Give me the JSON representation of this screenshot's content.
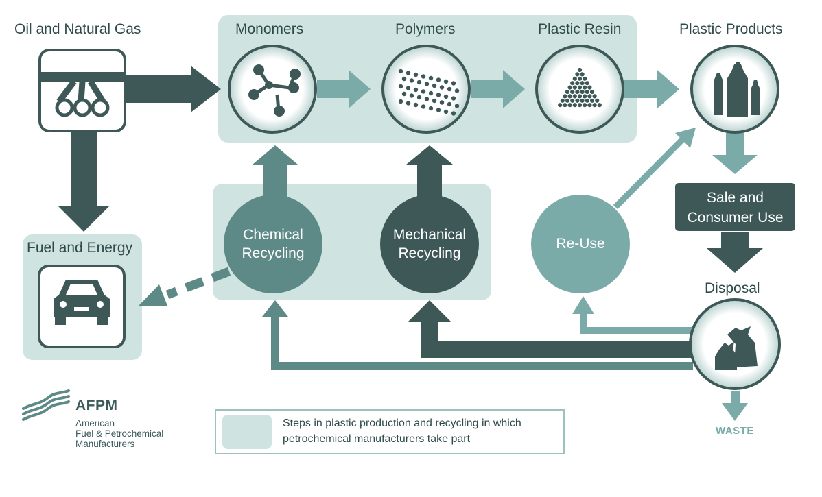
{
  "labels": {
    "oil_gas": "Oil and Natural Gas",
    "monomers": "Monomers",
    "polymers": "Polymers",
    "plastic_resin": "Plastic Resin",
    "plastic_products": "Plastic Products",
    "fuel_energy": "Fuel and Energy",
    "disposal": "Disposal",
    "waste": "WASTE"
  },
  "circles": {
    "chemical_recycling": [
      "Chemical",
      "Recycling"
    ],
    "mechanical_recycling": [
      "Mechanical",
      "Recycling"
    ],
    "re_use": "Re-Use"
  },
  "sale_box": [
    "Sale and",
    "Consumer Use"
  ],
  "logo": {
    "name": "AFPM",
    "sub": [
      "American",
      "Fuel & Petrochemical",
      "Manufacturers"
    ]
  },
  "legend": {
    "text": [
      "Steps in plastic production and recycling in which",
      "petrochemical manufacturers take part"
    ]
  },
  "colors": {
    "panel": "#cfe3e1",
    "dark": "#3e5858",
    "medium": "#5d8a87",
    "light": "#7aaba8"
  }
}
